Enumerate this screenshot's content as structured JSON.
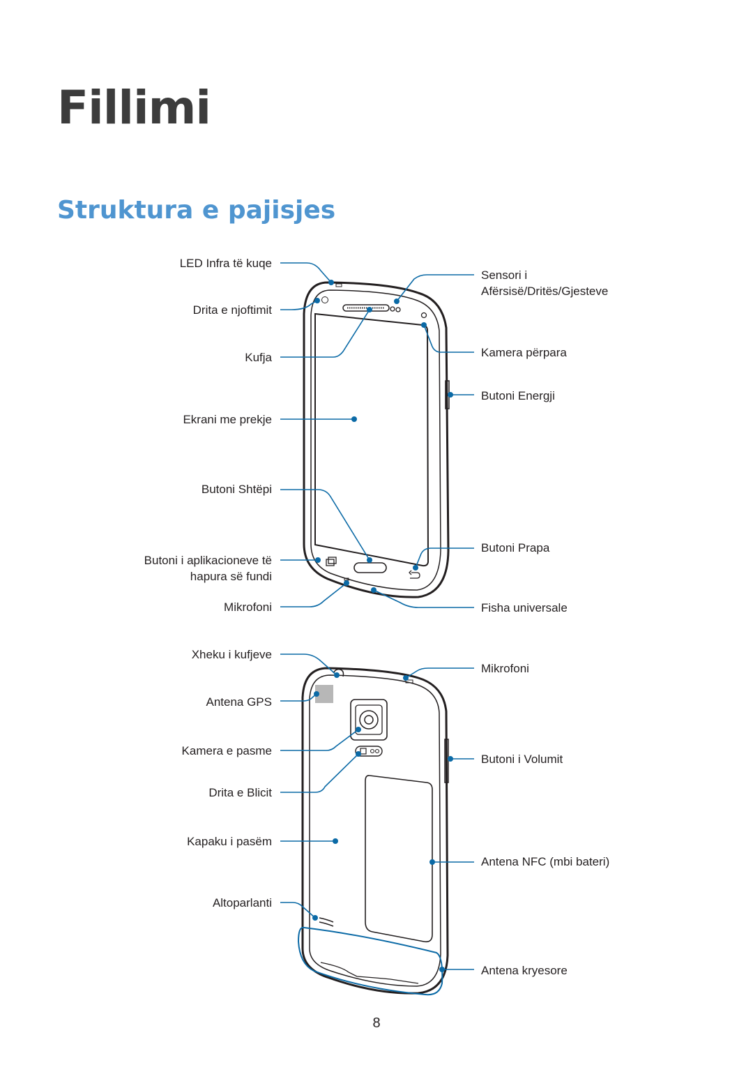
{
  "page": {
    "chapter_title": "Fillimi",
    "section_title": "Struktura e pajisjes",
    "page_number": "8"
  },
  "front_view": {
    "left_labels": {
      "led_infra": "LED Infra të kuqe",
      "notification_light": "Drita e njoftimit",
      "earpiece": "Kufja",
      "touchscreen": "Ekrani me prekje",
      "home_button": "Butoni Shtëpi",
      "recent_apps_line1": "Butoni i aplikacioneve të",
      "recent_apps_line2": "hapura së fundi",
      "microphone": "Mikrofoni"
    },
    "right_labels": {
      "sensor_line1": "Sensori i",
      "sensor_line2": "Afërsisë/Dritës/Gjesteve",
      "front_camera": "Kamera përpara",
      "power_button": "Butoni Energji",
      "back_button": "Butoni Prapa",
      "universal_jack": "Fisha universale"
    }
  },
  "back_view": {
    "left_labels": {
      "headset_jack": "Xheku i kufjeve",
      "gps_antenna": "Antena GPS",
      "rear_camera": "Kamera e pasme",
      "flash": "Drita e Blicit",
      "back_cover": "Kapaku i pasëm",
      "speaker": "Altoparlanti"
    },
    "right_labels": {
      "microphone": "Mikrofoni",
      "volume_button": "Butoni i Volumit",
      "nfc_antenna": "Antena NFC (mbi bateri)",
      "main_antenna": "Antena kryesore"
    }
  },
  "colors": {
    "callout": "#0b6aa6",
    "title": "#3c3c3c",
    "section": "#4f95d0",
    "device_outline": "#231f20"
  }
}
